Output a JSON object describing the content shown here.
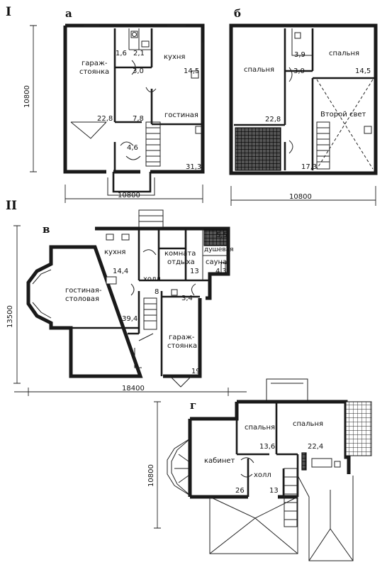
{
  "sections": {
    "one": "I",
    "two": "II"
  },
  "plans": {
    "a": {
      "letter": "а",
      "dims": {
        "vertical": "10800",
        "horizontal": "10800"
      },
      "rooms": {
        "garage": "гараж-\nстоянка",
        "kitchen": "кухня",
        "living": "гостиная"
      },
      "areas": {
        "bath": "1,6",
        "wc": "2,1",
        "hall": "3,0",
        "kitchen": "14,5",
        "garage": "22,8",
        "corridor": "7,8",
        "entry": "4,6",
        "living": "31,3"
      }
    },
    "b": {
      "letter": "б",
      "dims": {
        "horizontal": "10800"
      },
      "rooms": {
        "bedroom_left": "спальня",
        "bedroom_right": "спальня",
        "second_light": "Второй свет"
      },
      "areas": {
        "bath": "3,9",
        "hall": "3,0",
        "bedroom_right": "14,5",
        "bedroom_left": "22,8",
        "stair": "17,3"
      }
    },
    "v": {
      "letter": "в",
      "dims": {
        "vertical": "13500",
        "horizontal": "18400"
      },
      "rooms": {
        "kitchen": "кухня",
        "rest": "комната\nотдыха",
        "shower": "душевая",
        "sauna": "сауна",
        "hall": "холл",
        "living": "гостиная-\nстоловая",
        "garage": "гараж-\nстоянка"
      },
      "areas": {
        "shower": "5,5",
        "kitchen": "14,4",
        "rest": "13",
        "sauna": "4,3",
        "hall": "8",
        "wc": "3,4",
        "living": "39,4",
        "garage": "19"
      }
    },
    "g": {
      "letter": "г",
      "dims": {
        "vertical": "10800"
      },
      "rooms": {
        "bedroom_left": "спальня",
        "bedroom_right": "спальня",
        "study": "кабинет",
        "hall": "холл"
      },
      "areas": {
        "bedroom_left": "13,6",
        "bedroom_right": "22,4",
        "study": "26",
        "hall": "13"
      }
    }
  },
  "colors": {
    "ink": "#1a1a1a",
    "paper": "#ffffff"
  }
}
